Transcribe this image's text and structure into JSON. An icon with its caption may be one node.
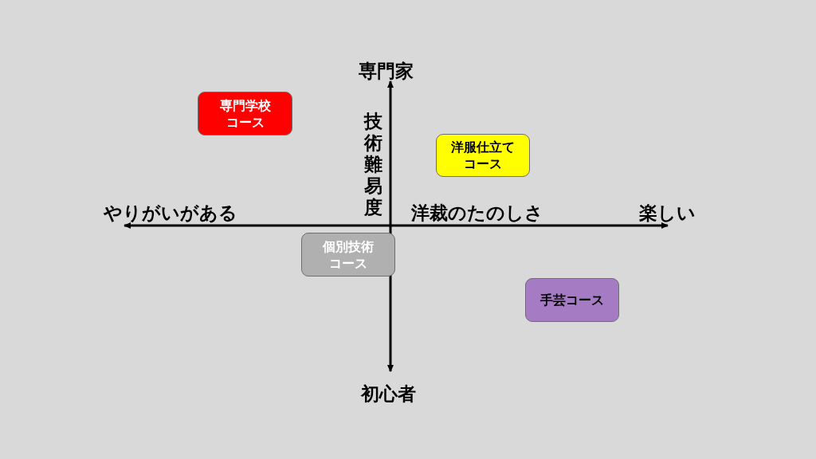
{
  "diagram": {
    "nodes": [
      {
        "text": [
          "専門学校コース"
        ]
      },
      {
        "text": [
          "洋服仕立てコース"
        ]
      },
      {
        "text": [
          "個別技術コース"
        ]
      },
      {
        "text": [
          "手芸コース"
        ]
      }
    ],
    "labels": [
      "専門家",
      "技術難易度",
      "やりがいがある",
      "洋裁のたのしさ",
      "楽しい",
      "初心者"
    ]
  }
}
